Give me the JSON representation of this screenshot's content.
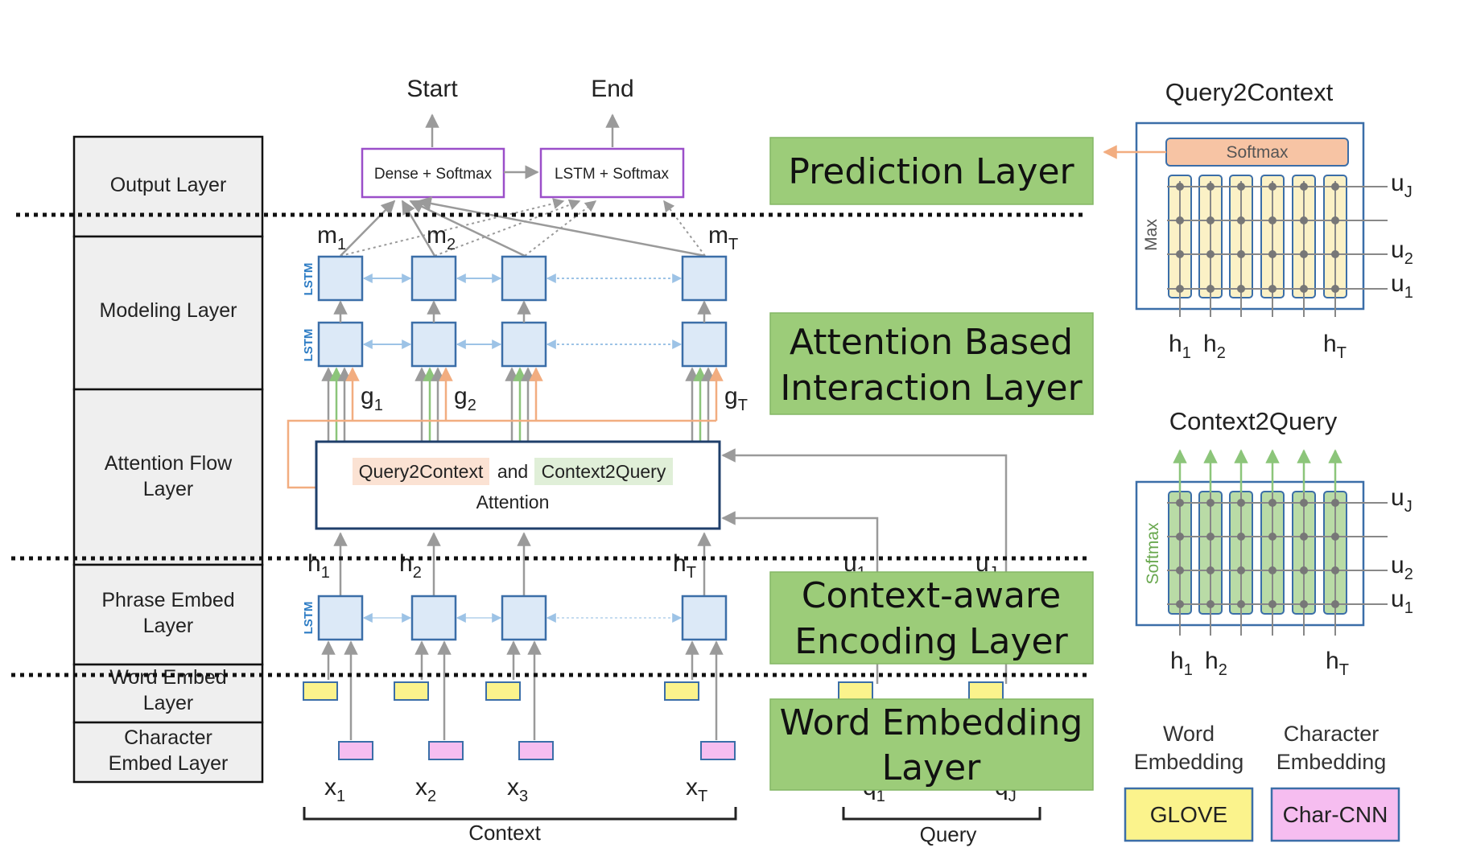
{
  "left_layers": [
    {
      "lines": [
        "Output  Layer"
      ]
    },
    {
      "lines": [
        "Modeling Layer"
      ]
    },
    {
      "lines": [
        "Attention  Flow",
        "Layer"
      ]
    },
    {
      "lines": [
        "Phrase Embed",
        "Layer"
      ]
    },
    {
      "lines": [
        "Word Embed",
        "Layer"
      ]
    },
    {
      "lines": [
        "Character",
        "Embed Layer"
      ]
    }
  ],
  "outputs": {
    "start": "Start",
    "end": "End"
  },
  "output_boxes": {
    "dense": "Dense  +  Softmax",
    "lstm": "LSTM  +  Softmax"
  },
  "lstm_tag": "LSTM",
  "symbols": {
    "m_base": "m",
    "m_subs": [
      "1",
      "2",
      "T"
    ],
    "g_base": "g",
    "g_subs": [
      "1",
      "2",
      "T"
    ],
    "h_base": "h",
    "h_subs": [
      "1",
      "2",
      "T"
    ],
    "x_base": "x",
    "x_subs": [
      "1",
      "2",
      "3",
      "T"
    ],
    "q_base": "q",
    "q_subs": [
      "1",
      "J"
    ],
    "u_base": "u",
    "u_subs": [
      "1",
      "J"
    ]
  },
  "attention_box": {
    "q2c": "Query2Context",
    "and": "and",
    "c2q": "Context2Query",
    "line2": "Attention"
  },
  "bottom": {
    "context": "Context",
    "query": "Query"
  },
  "green_boxes": {
    "prediction": [
      "Prediction Layer"
    ],
    "attention": [
      "Attention Based",
      "Interaction Layer"
    ],
    "context": [
      "Context-aware",
      "Encoding Layer"
    ],
    "word": [
      "Word Embedding",
      "Layer"
    ]
  },
  "panel_q2c": {
    "title": "Query2Context",
    "softmax": "Softmax",
    "side": "Max"
  },
  "panel_c2q": {
    "title": "Context2Query",
    "side": "Softmax"
  },
  "panel_labels": {
    "uJ_base": "u",
    "uJ_sub": "J",
    "u2_base": "u",
    "u2_sub": "2",
    "u1_base": "u",
    "u1_sub": "1",
    "h1_base": "h",
    "h1_sub": "1",
    "h2_base": "h",
    "h2_sub": "2",
    "hT_base": "h",
    "hT_sub": "T"
  },
  "legend": {
    "word": [
      "Word",
      "Embedding"
    ],
    "char": [
      "Character",
      "Embedding"
    ],
    "glove": "GLOVE",
    "charcnn": "Char-CNN"
  },
  "colors": {
    "lstm_fill": "#dce9f7",
    "lstm_stroke": "#3b6ea8",
    "glove": "#fbf38c",
    "charcnn": "#f6bdf0",
    "green_box": "#9ccc79",
    "purple": "#9b4fc9",
    "orange": "#f2ad80",
    "green_arrow": "#8cc57a",
    "blue_arrow": "#9dc3e6"
  }
}
